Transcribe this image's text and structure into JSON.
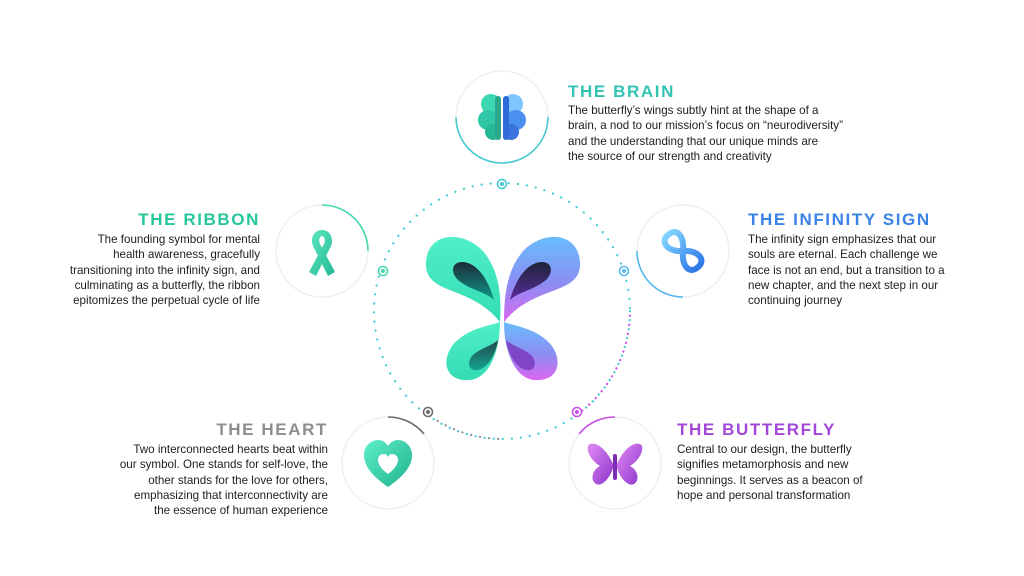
{
  "colors": {
    "teal": "#33c3b3",
    "ribbon_green": "#3fd8a8",
    "blue": "#3b82e6",
    "purple": "#a247d8",
    "gray": "#8e8e8e",
    "orbit_teal": "#45c9d2",
    "orbit_purple": "#c94fe8"
  },
  "sections": {
    "brain": {
      "title": "THE BRAIN",
      "lines": [
        "The butterfly’s wings subtly hint at the shape of a",
        "brain, a nod to our mission’s focus on “neurodiversity”",
        "and the understanding that our unique minds are",
        "the source of our strength and creativity"
      ],
      "icon": "brain-icon"
    },
    "ribbon": {
      "title": "THE RIBBON",
      "lines": [
        "The founding symbol for mental",
        "health awareness, gracefully",
        "transitioning into the infinity sign, and",
        "culminating as a butterfly, the ribbon",
        "epitomizes the perpetual cycle of life"
      ],
      "icon": "awareness-ribbon-icon"
    },
    "infinity": {
      "title": "THE INFINITY SIGN",
      "lines": [
        "The infinity sign emphasizes that our",
        "souls are eternal. Each challenge we",
        "face is not an end, but a transition to a",
        "new chapter, and the next step in our",
        "continuing journey"
      ],
      "icon": "infinity-icon"
    },
    "heart": {
      "title": "THE HEART",
      "lines": [
        "Two interconnected hearts beat within",
        "our symbol. One stands for self-love, the",
        "other stands for the love for others,",
        "emphasizing that interconnectivity are",
        "the essence of human experience"
      ],
      "icon": "heart-icon"
    },
    "butterfly": {
      "title": "THE BUTTERFLY",
      "lines": [
        "Central to our design, the butterfly",
        "signifies metamorphosis and new",
        "beginnings. It serves as a beacon of",
        "hope and personal transformation"
      ],
      "icon": "butterfly-icon"
    }
  },
  "center_logo": "butterfly-infinity-logo"
}
